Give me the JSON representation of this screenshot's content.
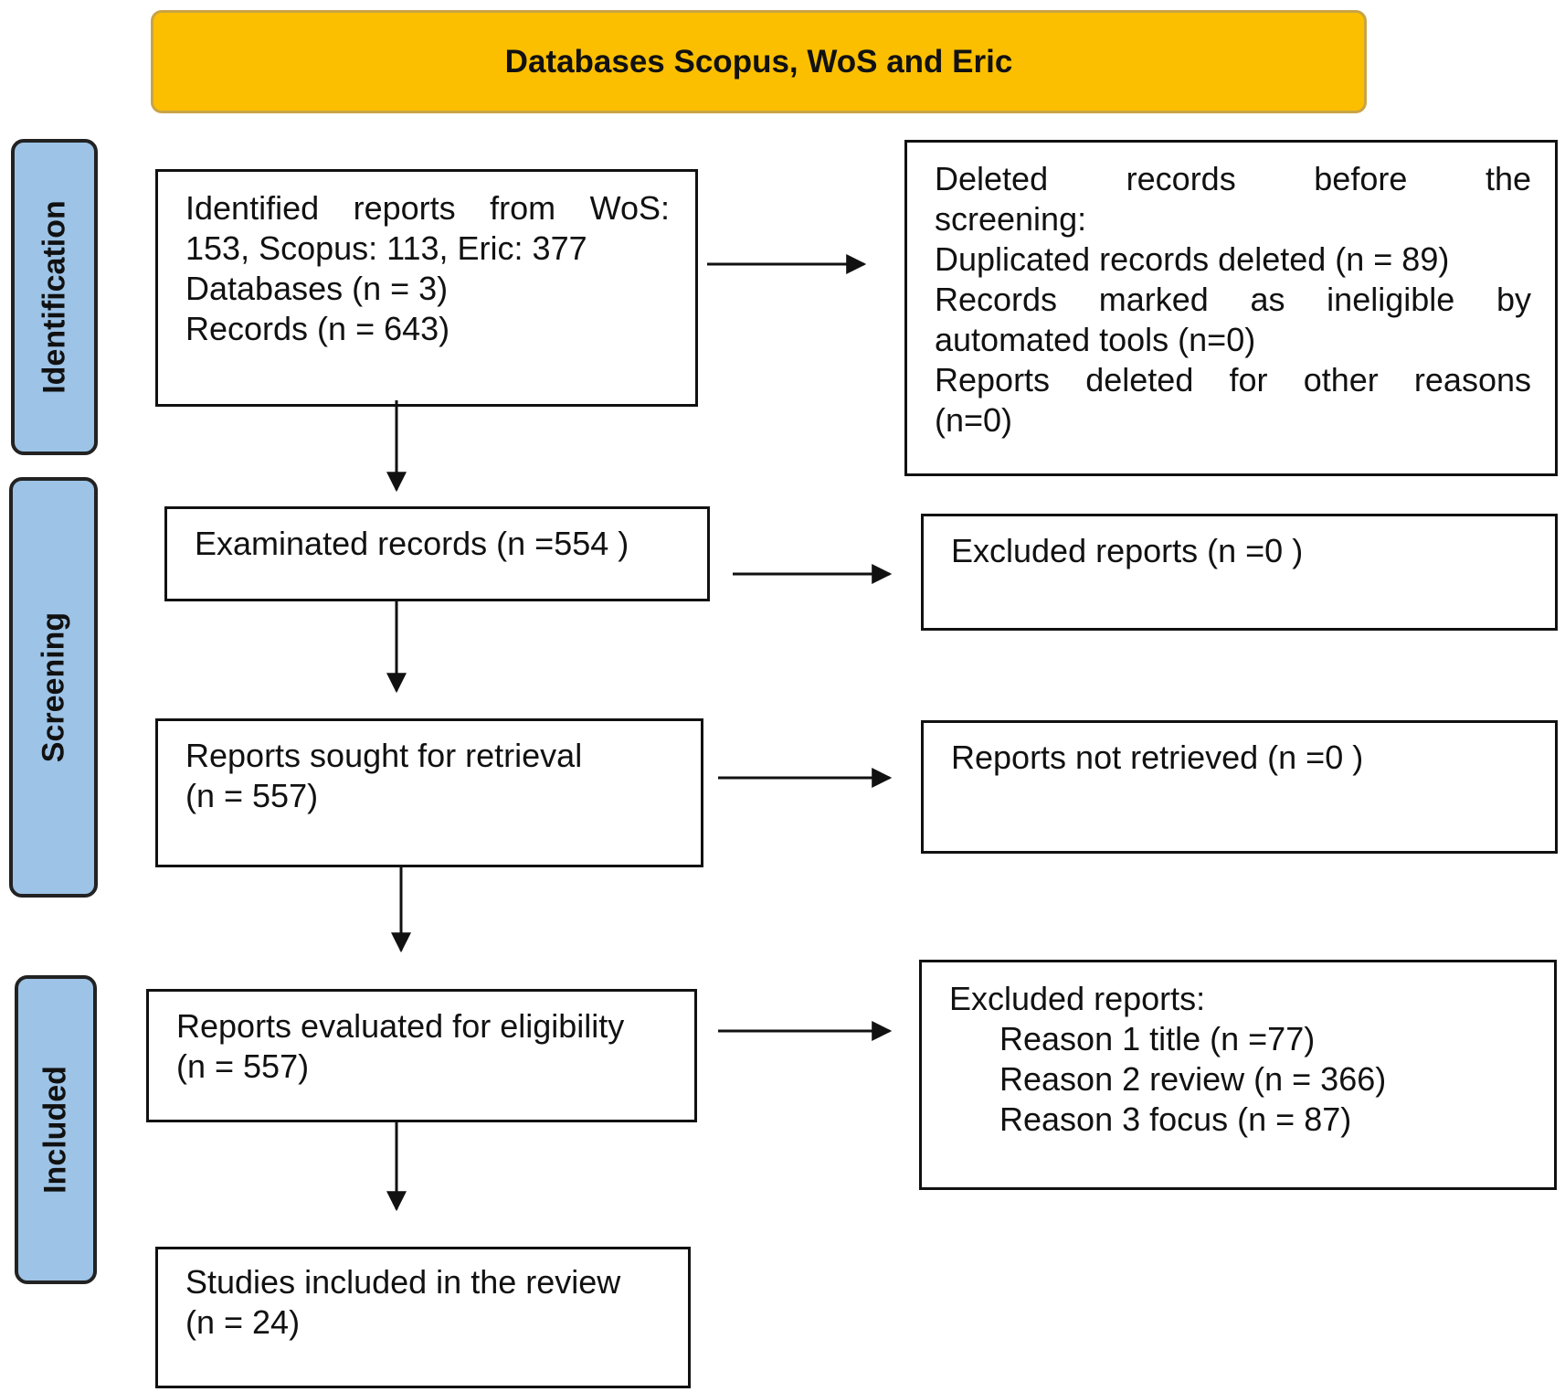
{
  "header": {
    "title": "Databases Scopus, WoS and Eric"
  },
  "phases": {
    "identification": "Identification",
    "screening": "Screening",
    "included": "Included"
  },
  "boxes": {
    "identified": {
      "line1": "Identified reports from WoS:",
      "line2": "153, Scopus: 113, Eric: 377",
      "line3": "Databases (n = 3)",
      "line4": "Records (n = 643)"
    },
    "deleted": {
      "line1": "Deleted records before the",
      "line2": "screening:",
      "line3": "Duplicated records deleted (n = 89)",
      "line4": "Records marked as ineligible by",
      "line5": "automated tools (n=0)",
      "line6": "Reports deleted for other reasons",
      "line7": "(n=0)"
    },
    "examined": {
      "line1": "Examinated records (n =554 )"
    },
    "excluded_screening": {
      "line1": "Excluded reports (n =0 )"
    },
    "sought": {
      "line1": "Reports sought for retrieval",
      "line2": "(n = 557)"
    },
    "not_retrieved": {
      "line1": "Reports not retrieved (n =0 )"
    },
    "evaluated": {
      "line1": "Reports evaluated for eligibility",
      "line2": "(n = 557)"
    },
    "excluded_eligibility": {
      "line1": "Excluded reports:",
      "reasons": [
        "Reason 1 title (n =77)",
        "Reason 2 review (n = 366)",
        "Reason 3 focus (n = 87)"
      ]
    },
    "included": {
      "line1": "Studies included in the review",
      "line2": "(n = 24)"
    }
  },
  "colors": {
    "header_fill": "#fbbf00",
    "phase_fill": "#9dc3e6",
    "box_border": "#111111"
  }
}
